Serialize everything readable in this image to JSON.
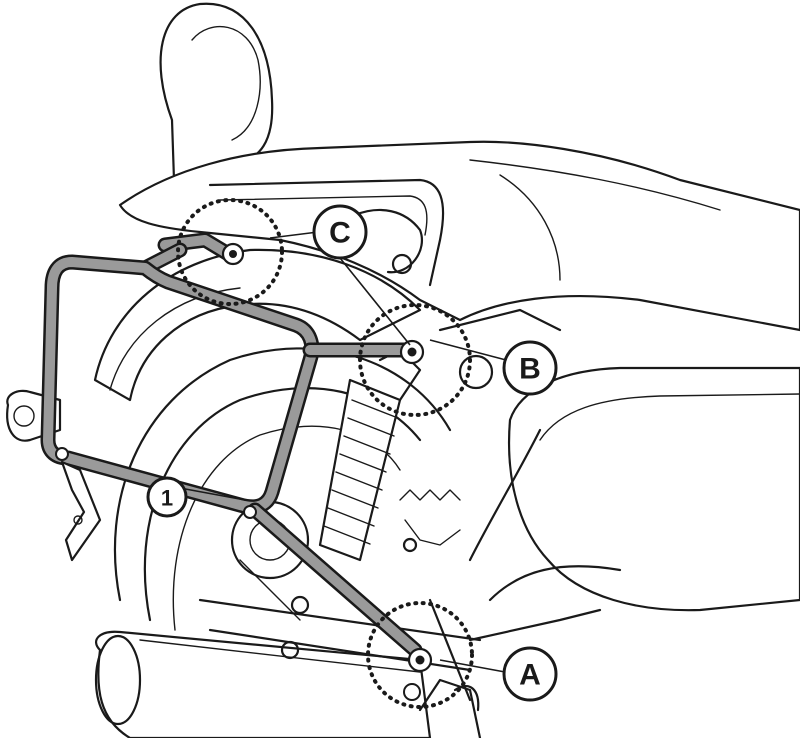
{
  "callouts": {
    "a": "A",
    "b": "B",
    "c": "C",
    "part_1": "1"
  },
  "colors": {
    "line": "#1a1a1a",
    "rack_fill": "#9a9a9a",
    "background": "#ffffff"
  }
}
